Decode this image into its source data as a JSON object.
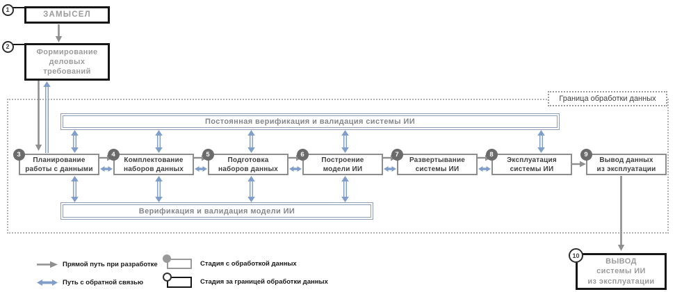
{
  "colors": {
    "accent_blue": "#7f9fca",
    "gray_arrow": "#8f8f8f",
    "dark_border": "#161616",
    "stage_border": "#8d8d8d",
    "bar_border": "#8d9cb4",
    "muted_text": "#9c9c9c",
    "stage_text": "#3f3f3f"
  },
  "boundary": {
    "label": "Граница обработки данных"
  },
  "bars": {
    "top": "Постоянная верификация и валидация системы ИИ",
    "bottom": "Верификация и валидация модели ИИ"
  },
  "outer_stages": {
    "s1": {
      "num": "1",
      "line1": "ЗАМЫСЕЛ"
    },
    "s2": {
      "num": "2",
      "line1": "Формирование",
      "line2": "деловых",
      "line3": "требований"
    },
    "s10": {
      "num": "10",
      "line1": "ВЫВОД",
      "line2": "системы ИИ",
      "line3": "из эксплуатации"
    }
  },
  "stages": [
    {
      "num": "3",
      "line1": "Планирование",
      "line2": "работы с данными"
    },
    {
      "num": "4",
      "line1": "Комплектование",
      "line2": "наборов данных"
    },
    {
      "num": "5",
      "line1": "Подготовка",
      "line2": "наборов данных"
    },
    {
      "num": "6",
      "line1": "Построение",
      "line2": "модели ИИ"
    },
    {
      "num": "7",
      "line1": "Развертывание",
      "line2": "системы ИИ"
    },
    {
      "num": "8",
      "line1": "Эксплуатация",
      "line2": "системы ИИ"
    },
    {
      "num": "9",
      "line1": "Вывод данных",
      "line2": "из эксплуатации"
    }
  ],
  "legend": {
    "direct_path": "Прямой путь при разработке",
    "feedback_path": "Путь с обратной связью",
    "data_stage": "Стадия с обработкой данных",
    "outside_stage": "Стадия за границей обработки данных"
  }
}
